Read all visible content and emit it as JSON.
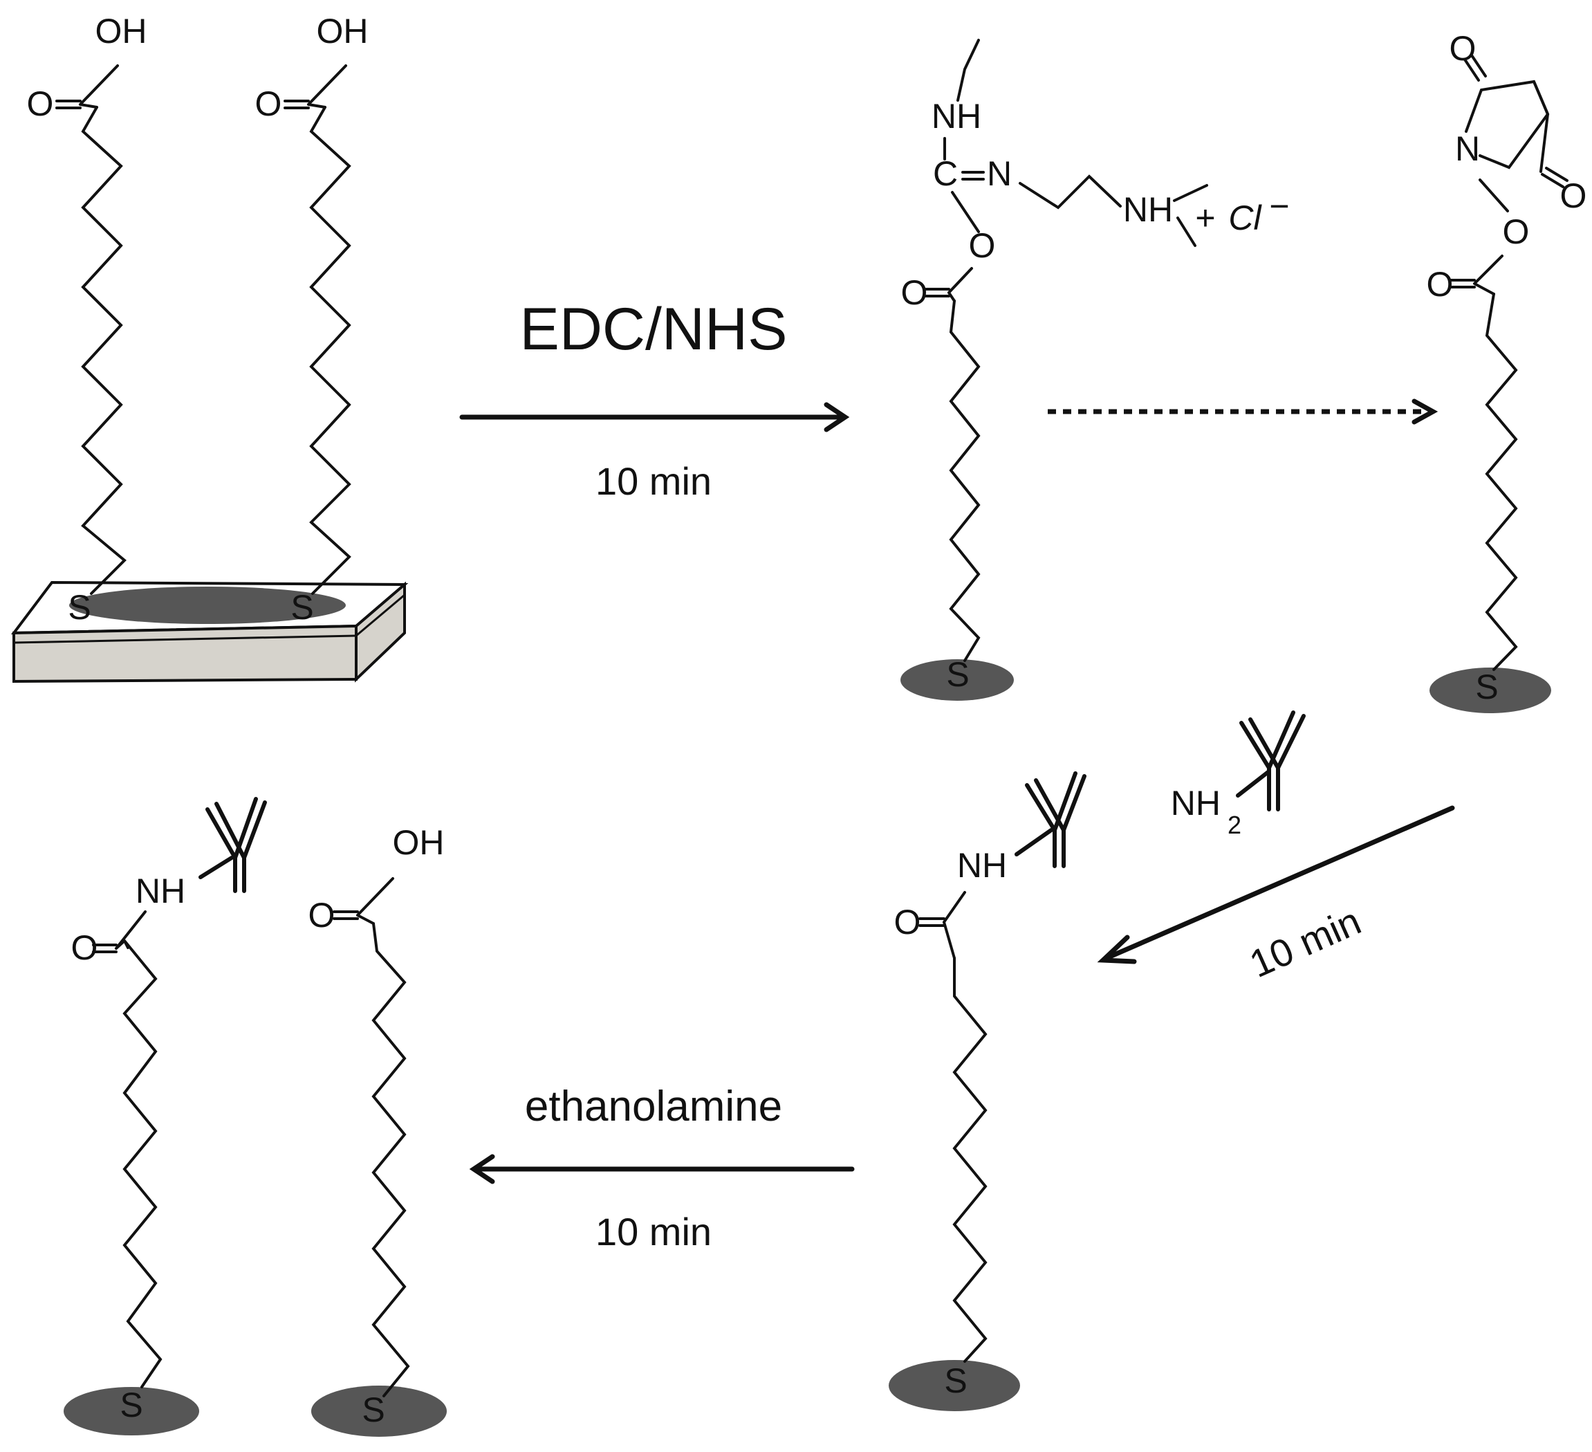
{
  "labels": {
    "oh": "OH",
    "o": "O",
    "s": "S",
    "nh": "NH",
    "n": "N",
    "c": "C",
    "nh_plus": "NH",
    "plus": "+",
    "cl": "Cl",
    "minus": "−",
    "nh2": "NH",
    "nh2_sub": "2"
  },
  "steps": {
    "activation": {
      "reagent": "EDC/NHS",
      "time": "10 min"
    },
    "coupling": {
      "time": "10 min"
    },
    "blocking": {
      "reagent": "ethanolamine",
      "time": "10 min"
    }
  },
  "colors": {
    "ink": "#111111",
    "gold_site": "#565656",
    "chip_top": "#ffffff",
    "chip_side": "#d6d3cc"
  },
  "icons": [
    "antibody-icon",
    "gold-chip-icon",
    "gold-site-icon"
  ]
}
